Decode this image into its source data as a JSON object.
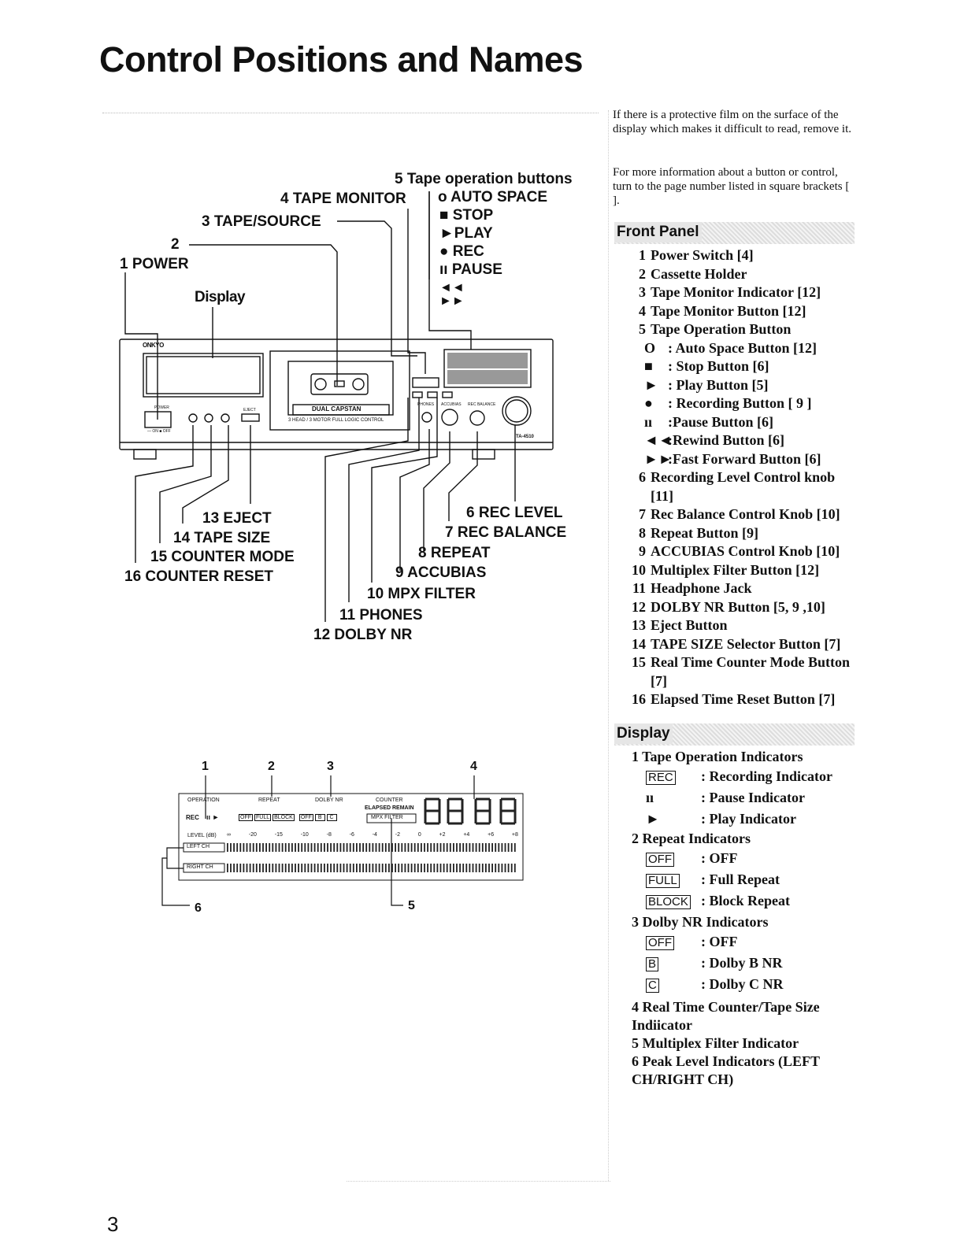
{
  "page": {
    "title": "Control Positions and Names",
    "page_number": "3"
  },
  "diagram": {
    "display_label": "Display",
    "callouts": {
      "c1": "1 POWER",
      "c2": "2",
      "c3": "3 TAPE/SOURCE",
      "c4": "4 TAPE MONITOR",
      "c5": "5 Tape operation buttons",
      "c5a": "o AUTO SPACE",
      "c5b": "■ STOP",
      "c5c": "►PLAY",
      "c5d": "● REC",
      "c5e": "ıı PAUSE",
      "c5f": "◄◄",
      "c5g": "►►",
      "c6": "6 REC LEVEL",
      "c7": "7 REC BALANCE",
      "c8": "8 REPEAT",
      "c9": "9 ACCUBIAS",
      "c10": "10 MPX FILTER",
      "c11": "11 PHONES",
      "c12": "12 DOLBY NR",
      "c13": "13 EJECT",
      "c14": "14 TAPE SIZE",
      "c15": "15 COUNTER MODE",
      "c16": "16 COUNTER RESET"
    },
    "deck_text": {
      "brand": "ONKYO",
      "capstan": "DUAL CAPSTAN",
      "motor": "3 HEAD / 3 MOTOR FULL LOGIC CONTROL",
      "model": "TA-4510",
      "power": "POWER",
      "onoff": "— ON ■ OFF",
      "eject": "EJECT",
      "phones": "PHONES",
      "accubias": "ACCUBIAS",
      "rec_balance": "REC BALANCE"
    }
  },
  "display_panel": {
    "nums": [
      "1",
      "2",
      "3",
      "4",
      "5",
      "6"
    ],
    "operation": "OPERATION",
    "repeat": "REPEAT",
    "dolby": "DOLBY NR",
    "counter": "COUNTER",
    "elapsed": "ELAPSED REMAIN",
    "mpx": "MPX FILTER",
    "level": "LEVEL (dB)",
    "scale": [
      "∞",
      "-20",
      "-15",
      "-10",
      "-8",
      "-6",
      "-4",
      "-2",
      "0",
      "+2",
      "+4",
      "+6",
      "+8"
    ],
    "left_ch": "LEFT CH",
    "right_ch": "RIGHT CH",
    "rec": "REC",
    "boxes": [
      "OFF",
      "FULL",
      "BLOCK",
      "OFF",
      "B",
      "C"
    ],
    "digits": "8888"
  },
  "notes": {
    "film": "If there is a protective film on the surface of the display which makes it difficult to read, remove it.",
    "info": "For more information about a button or control, turn to the page number listed in square brackets [ ]."
  },
  "front_panel": {
    "heading": "Front Panel",
    "items": [
      {
        "n": "1",
        "t": "Power Switch [4]"
      },
      {
        "n": "2",
        "t": "Cassette Holder"
      },
      {
        "n": "3",
        "t": "Tape Monitor Indicator [12]"
      },
      {
        "n": "4",
        "t": "Tape Monitor Button [12]"
      },
      {
        "n": "5",
        "t": "Tape Operation Button"
      }
    ],
    "sub": [
      {
        "ic": "O",
        "t": ": Auto Space Button [12]"
      },
      {
        "ic": "■",
        "t": ": Stop Button [6]"
      },
      {
        "ic": "►",
        "t": ": Play Button [5]"
      },
      {
        "ic": "●",
        "t": ": Recording Button [ 9 ]"
      },
      {
        "ic": "ıı",
        "t": ":Pause Button [6]"
      },
      {
        "ic": "◄◄",
        "t": ":Rewind Button [6]"
      },
      {
        "ic": "►►",
        "t": ":Fast Forward Button [6]"
      }
    ],
    "items2": [
      {
        "n": "6",
        "t": "Recording Level Control knob [11]"
      },
      {
        "n": "7",
        "t": "Rec Balance Control Knob [10]"
      },
      {
        "n": "8",
        "t": "Repeat Button [9]"
      },
      {
        "n": "9",
        "t": "ACCUBIAS Control Knob [10]"
      },
      {
        "n": "10",
        "t": "Multiplex Filter Button [12]"
      },
      {
        "n": "11",
        "t": "Headphone Jack"
      },
      {
        "n": "12",
        "t": "DOLBY NR Button [5, 9 ,10]"
      },
      {
        "n": "13",
        "t": "Eject Button"
      },
      {
        "n": "14",
        "t": "TAPE SIZE Selector Button [7]"
      },
      {
        "n": "15",
        "t": "Real Time Counter Mode Button [7]"
      },
      {
        "n": "16",
        "t": "Elapsed Time Reset Button [7]"
      }
    ]
  },
  "display_section": {
    "heading": "Display",
    "g1": "1 Tape Operation Indicators",
    "g1_rows": [
      {
        "ic": "REC",
        "t": ": Recording Indicator"
      },
      {
        "ic": "ıı",
        "t": ": Pause Indicator"
      },
      {
        "ic": "►",
        "t": ": Play Indicator"
      }
    ],
    "g2": "2 Repeat Indicators",
    "g2_rows": [
      {
        "ic": "OFF",
        "t": ": OFF"
      },
      {
        "ic": "FULL",
        "t": ": Full Repeat"
      },
      {
        "ic": "BLOCK",
        "t": ": Block Repeat"
      }
    ],
    "g3": "3 Dolby NR Indicators",
    "g3_rows": [
      {
        "ic": "OFF",
        "t": ": OFF"
      },
      {
        "ic": "B",
        "t": ": Dolby B NR"
      },
      {
        "ic": "C",
        "t": ": Dolby C NR"
      }
    ],
    "g4": "4 Real Time Counter/Tape Size Indiicator",
    "g5": "5 Multiplex Filter Indicator",
    "g6": "6 Peak Level Indicators (LEFT CH/RIGHT CH)"
  }
}
